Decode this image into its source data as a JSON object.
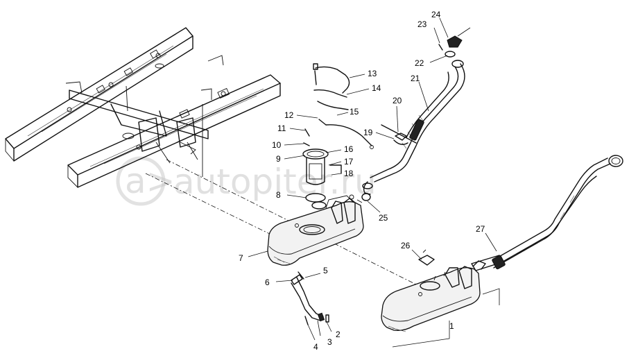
{
  "watermark": {
    "text": "autopiter.ru",
    "logo_glyph": "a>"
  },
  "callouts": [
    {
      "id": "c1",
      "label": "1"
    },
    {
      "id": "c2",
      "label": "2"
    },
    {
      "id": "c3",
      "label": "3"
    },
    {
      "id": "c4",
      "label": "4"
    },
    {
      "id": "c5",
      "label": "5"
    },
    {
      "id": "c6",
      "label": "6"
    },
    {
      "id": "c7",
      "label": "7"
    },
    {
      "id": "c8",
      "label": "8"
    },
    {
      "id": "c9",
      "label": "9"
    },
    {
      "id": "c10",
      "label": "10"
    },
    {
      "id": "c11",
      "label": "11"
    },
    {
      "id": "c12",
      "label": "12"
    },
    {
      "id": "c13",
      "label": "13"
    },
    {
      "id": "c14",
      "label": "14"
    },
    {
      "id": "c15",
      "label": "15"
    },
    {
      "id": "c16",
      "label": "16"
    },
    {
      "id": "c17",
      "label": "17"
    },
    {
      "id": "c18",
      "label": "18"
    },
    {
      "id": "c19",
      "label": "19"
    },
    {
      "id": "c20",
      "label": "20"
    },
    {
      "id": "c21",
      "label": "21"
    },
    {
      "id": "c22",
      "label": "22"
    },
    {
      "id": "c23",
      "label": "23"
    },
    {
      "id": "c24",
      "label": "24"
    },
    {
      "id": "c25",
      "label": "25"
    },
    {
      "id": "c26",
      "label": "26"
    },
    {
      "id": "c27",
      "label": "27"
    }
  ]
}
